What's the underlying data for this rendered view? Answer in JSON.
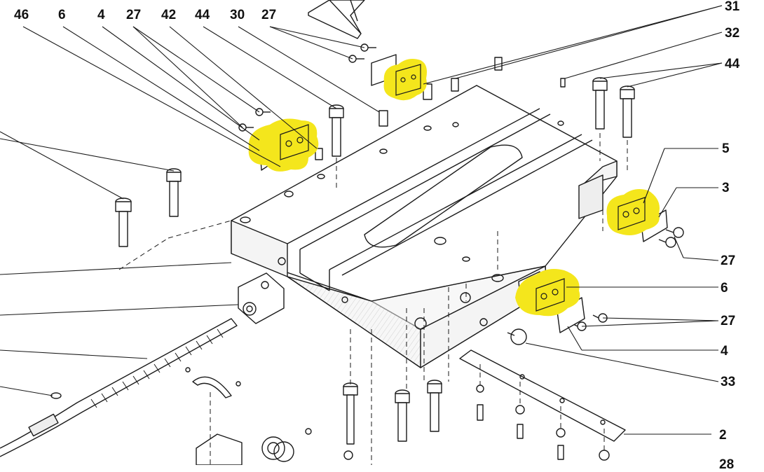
{
  "diagram": {
    "top_labels": [
      "46",
      "6",
      "4",
      "27",
      "42",
      "44",
      "30",
      "27"
    ],
    "right_labels": [
      "31",
      "32",
      "44",
      "5",
      "3",
      "27",
      "6",
      "27",
      "4",
      "33",
      "2",
      "28"
    ],
    "highlight_color": "#f4e61c",
    "line_color": "#1a1a1a"
  }
}
